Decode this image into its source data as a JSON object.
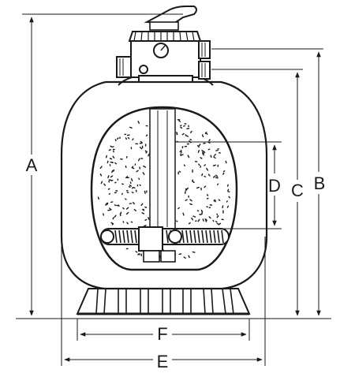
{
  "dimension_labels": {
    "A": "A",
    "B": "B",
    "C": "C",
    "D": "D",
    "E": "E",
    "F": "F"
  },
  "colors": {
    "line": "#1a1a1a",
    "background": "#ffffff"
  }
}
